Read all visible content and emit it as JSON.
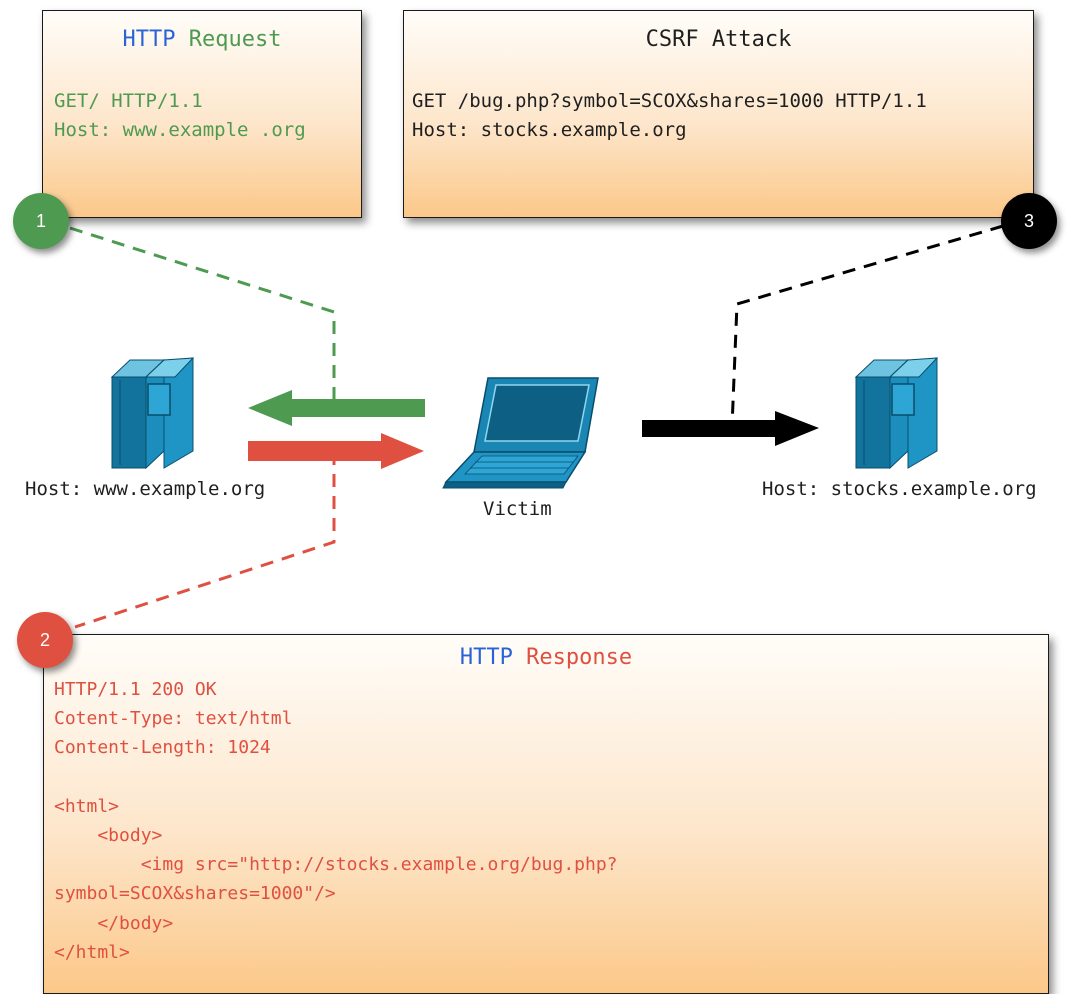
{
  "request_box": {
    "title_word1": "HTTP",
    "title_word2": "Request",
    "content": "GET/ HTTP/1.1\nHost: www.example .org"
  },
  "csrf_box": {
    "title": "CSRF Attack",
    "content": "GET /bug.php?symbol=SCOX&shares=1000 HTTP/1.1\nHost: stocks.example.org"
  },
  "response_box": {
    "title_word1": "HTTP",
    "title_word2": "Response",
    "content": "HTTP/1.1 200 OK\nCotent-Type: text/html\nContent-Length: 1024\n\n<html>\n    <body>\n        <img src=\"http://stocks.example.org/bug.php?\nsymbol=SCOX&shares=1000\"/>\n    </body>\n</html>"
  },
  "badges": {
    "one": "1",
    "two": "2",
    "three": "3"
  },
  "nodes": {
    "left_server_label": "Host: www.example.org",
    "victim_label": "Victim",
    "right_server_label": "Host: stocks.example.org"
  },
  "colors": {
    "green": "#4e9a50",
    "red": "#e05040",
    "blue": "#2a63d8",
    "black": "#000000",
    "server_teal": "#1b7fa8"
  },
  "icons": [
    "server-icon",
    "laptop-icon",
    "server-icon"
  ]
}
